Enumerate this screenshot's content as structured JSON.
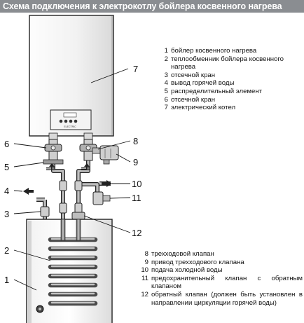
{
  "title": "Схема подключения к электрокотлу бойлера косвенного нагрева",
  "panel_label": "ELECTRIC",
  "callouts": [
    "1",
    "2",
    "3",
    "4",
    "5",
    "6",
    "7",
    "8",
    "9",
    "10",
    "11",
    "12"
  ],
  "legend_top": [
    {
      "num": "1",
      "text": "бойлер косвенного нагрева"
    },
    {
      "num": "2",
      "text": "теплообменник бойлера косвенного нагрева"
    },
    {
      "num": "3",
      "text": "отсечной кран"
    },
    {
      "num": "4",
      "text": "вывод горячей воды"
    },
    {
      "num": "5",
      "text": "распределительный элемент"
    },
    {
      "num": "6",
      "text": "отсечной кран"
    },
    {
      "num": "7",
      "text": "электрический котел"
    }
  ],
  "legend_bottom": [
    {
      "num": "8",
      "text": "трехходовой клапан"
    },
    {
      "num": "9",
      "text": "привод трехходового клапана"
    },
    {
      "num": "10",
      "text": "подача холодной воды"
    },
    {
      "num": "11",
      "text": "предохранительный клапан с обратным клапаном"
    },
    {
      "num": "12",
      "text": "обратный клапан (должен быть установлен в направлении циркуляции горячей воды)"
    }
  ]
}
